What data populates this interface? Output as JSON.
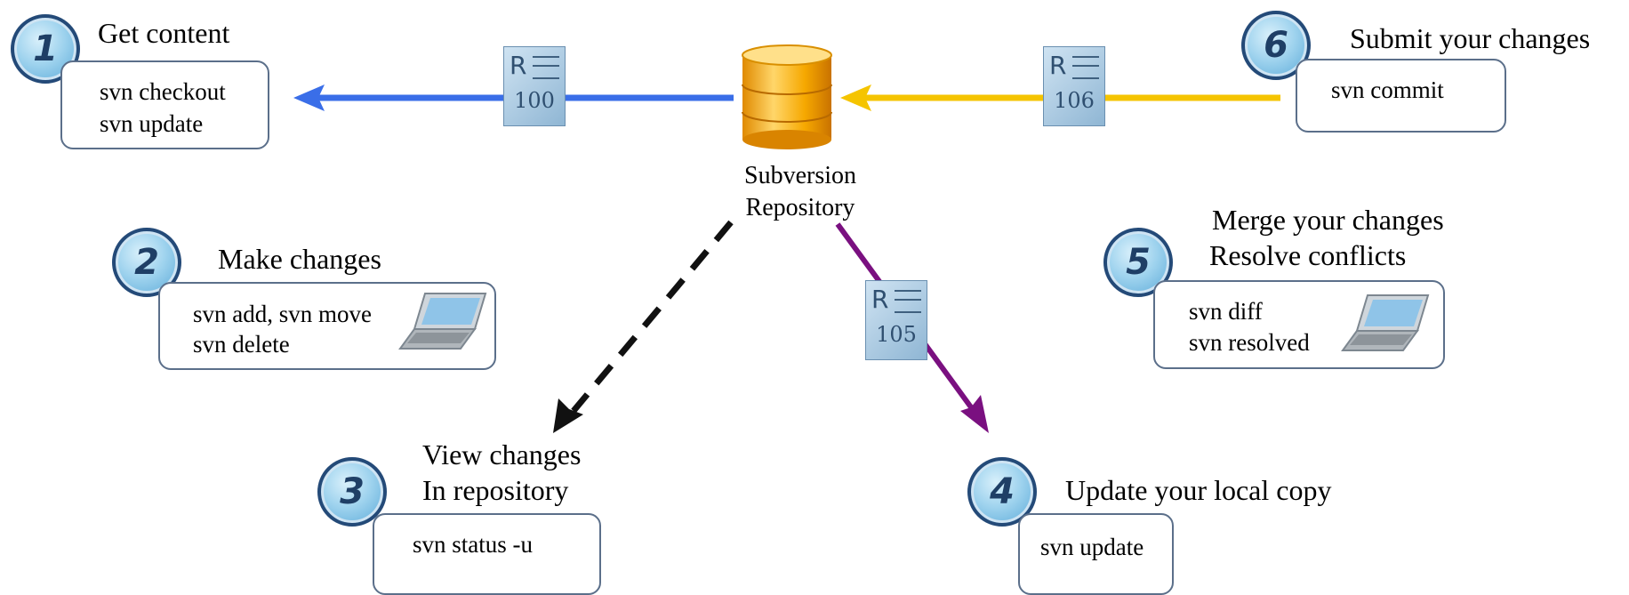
{
  "steps": [
    {
      "number": "1",
      "title": "Get content",
      "commands": [
        "svn checkout",
        "svn update"
      ]
    },
    {
      "number": "2",
      "title": "Make changes",
      "commands": [
        "svn add, svn move",
        "svn delete"
      ]
    },
    {
      "number": "3",
      "title_lines": [
        "View changes",
        "In repository"
      ],
      "commands": [
        "svn status -u"
      ]
    },
    {
      "number": "4",
      "title": "Update your local copy",
      "commands": [
        "svn update"
      ]
    },
    {
      "number": "5",
      "title_lines": [
        "Merge your changes",
        "Resolve conflicts"
      ],
      "commands": [
        "svn diff",
        "svn resolved"
      ]
    },
    {
      "number": "6",
      "title": "Submit your changes",
      "commands": [
        "svn commit"
      ]
    }
  ],
  "repository": {
    "label_lines": [
      "Subversion",
      "Repository"
    ]
  },
  "revisions": [
    {
      "letter": "R",
      "value": "100"
    },
    {
      "letter": "R",
      "value": "106"
    },
    {
      "letter": "R",
      "value": "105"
    }
  ],
  "colors": {
    "checkout_arrow": "#3a6ee8",
    "commit_arrow": "#f5c400",
    "update_arrow": "#7a1080",
    "status_arrow": "#111111",
    "box_border": "#5b6f8a"
  }
}
